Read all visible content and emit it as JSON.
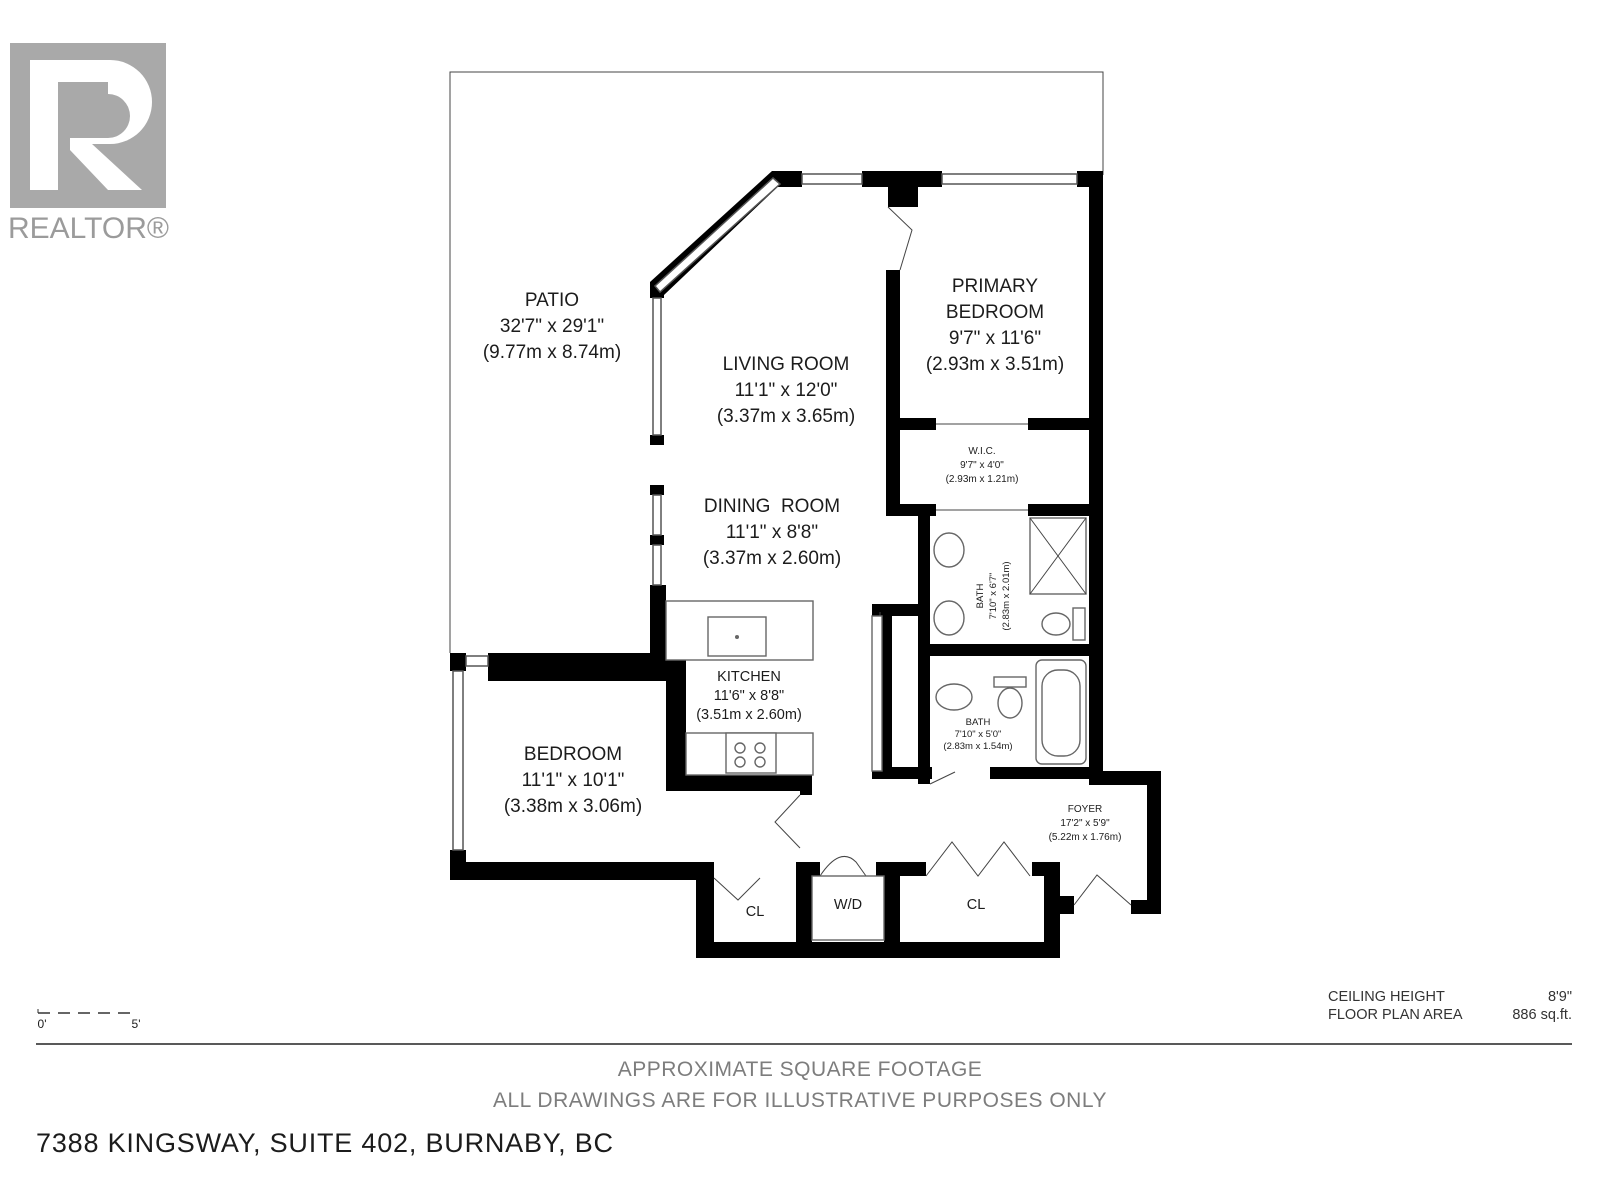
{
  "brand": {
    "logo_text": "REALTOR®"
  },
  "rooms": {
    "patio": {
      "name": "PATIO",
      "imperial": "32'7\" x 29'1\"",
      "metric": "(9.77m x 8.74m)"
    },
    "living": {
      "name": "LIVING ROOM",
      "imperial": "11'1\" x 12'0\"",
      "metric": "(3.37m x 3.65m)"
    },
    "primary": {
      "name1": "PRIMARY",
      "name2": "BEDROOM",
      "imperial": "9'7\" x 11'6\"",
      "metric": "(2.93m x 3.51m)"
    },
    "wic": {
      "name": "W.I.C.",
      "imperial": "9'7\" x 4'0\"",
      "metric": "(2.93m x 1.21m)"
    },
    "dining": {
      "name": "DINING  ROOM",
      "imperial": "11'1\" x 8'8\"",
      "metric": "(3.37m x 2.60m)"
    },
    "bath1": {
      "name": "BATH",
      "imperial": "7'10\" x 6'7\"",
      "metric": "(2.83m x 2.01m)"
    },
    "kitchen": {
      "name": "KITCHEN",
      "imperial": "11'6\" x 8'8\"",
      "metric": "(3.51m x 2.60m)"
    },
    "bath2": {
      "name": "BATH",
      "imperial": "7'10\" x 5'0\"",
      "metric": "(2.83m x 1.54m)"
    },
    "bedroom": {
      "name": "BEDROOM",
      "imperial": "11'1\" x 10'1\"",
      "metric": "(3.38m x 3.06m)"
    },
    "foyer": {
      "name": "FOYER",
      "imperial": "17'2\" x 5'9\"",
      "metric": "(5.22m x 1.76m)"
    },
    "cl1": {
      "name": "CL"
    },
    "wd": {
      "name": "W/D"
    },
    "cl2": {
      "name": "CL"
    }
  },
  "scale": {
    "start": "0'",
    "end": "5'"
  },
  "specs": {
    "ceiling_label": "CEILING HEIGHT",
    "ceiling_value": "8'9\"",
    "area_label": "FLOOR PLAN AREA",
    "area_value": "886 sq.ft."
  },
  "disclaimer": {
    "line1": "APPROXIMATE SQUARE FOOTAGE",
    "line2": "ALL DRAWINGS ARE FOR ILLUSTRATIVE PURPOSES ONLY"
  },
  "address": "7388 KINGSWAY, SUITE 402, BURNABY, BC"
}
